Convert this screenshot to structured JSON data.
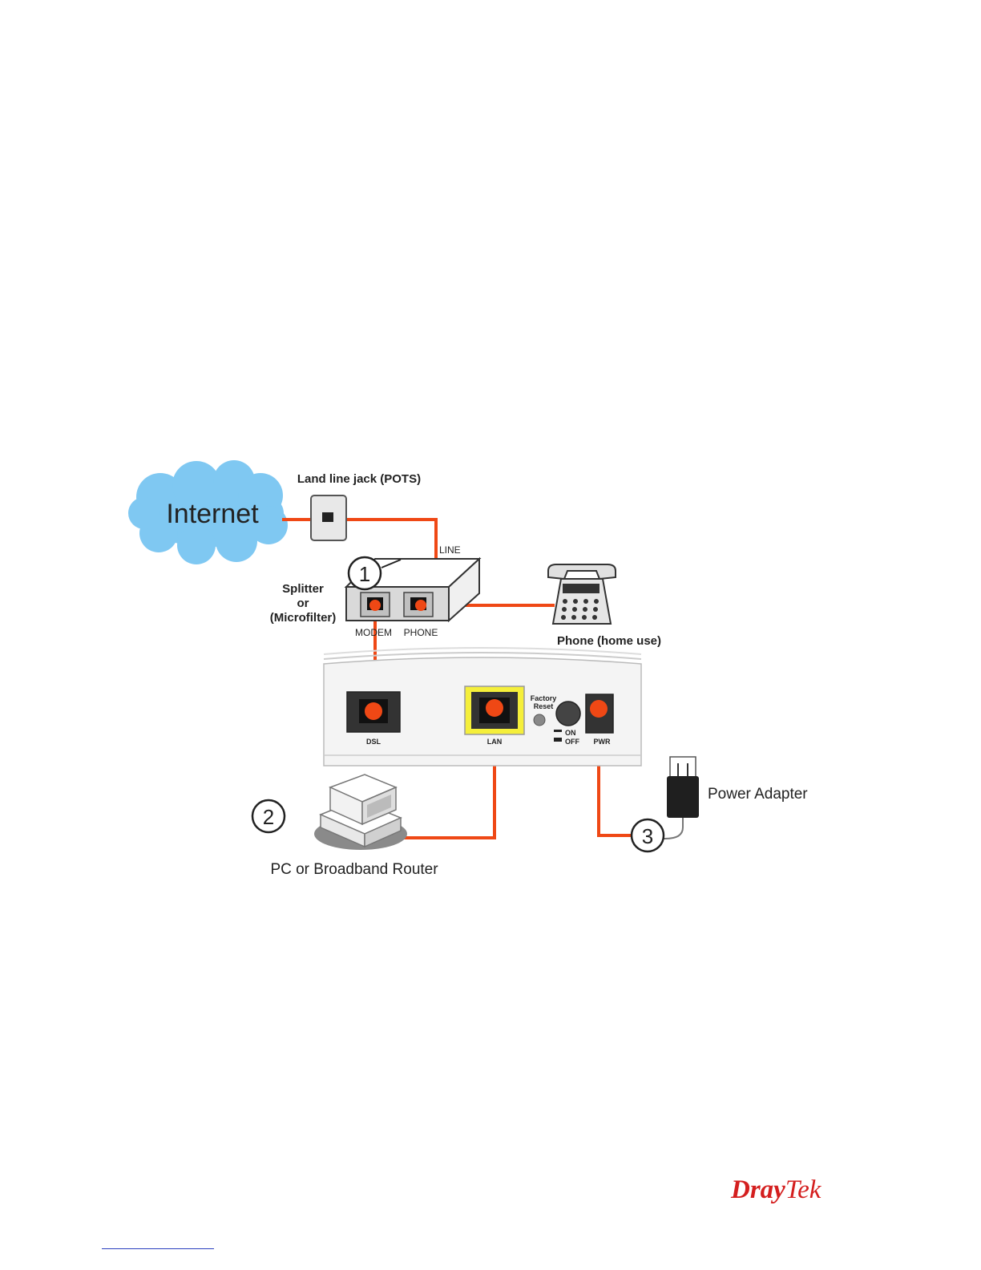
{
  "diagram": {
    "internet_label": "Internet",
    "land_line_label": "Land line jack (POTS)",
    "line_port_label": "LINE",
    "splitter_label": [
      "Splitter",
      "or",
      "(Microfilter)"
    ],
    "modem_port_label": "MODEM",
    "phone_port_label": "PHONE",
    "phone_label": "Phone (home use)",
    "router_ports": {
      "dsl": "DSL",
      "lan": "LAN",
      "factory_reset": [
        "Factory",
        "Reset"
      ],
      "on": "ON",
      "off": "OFF",
      "pwr": "PWR"
    },
    "power_adapter_label": "Power Adapter",
    "pc_label": "PC or Broadband Router",
    "step_numbers": [
      "1",
      "2",
      "3"
    ]
  },
  "brand": {
    "logo_text_dray": "Dray",
    "logo_text_tek": "Tek",
    "color": "#d41f1f"
  },
  "colors": {
    "cable": "#ef4815",
    "cloud": "#7fc8f2",
    "lan_highlight": "#f5ef3a"
  }
}
